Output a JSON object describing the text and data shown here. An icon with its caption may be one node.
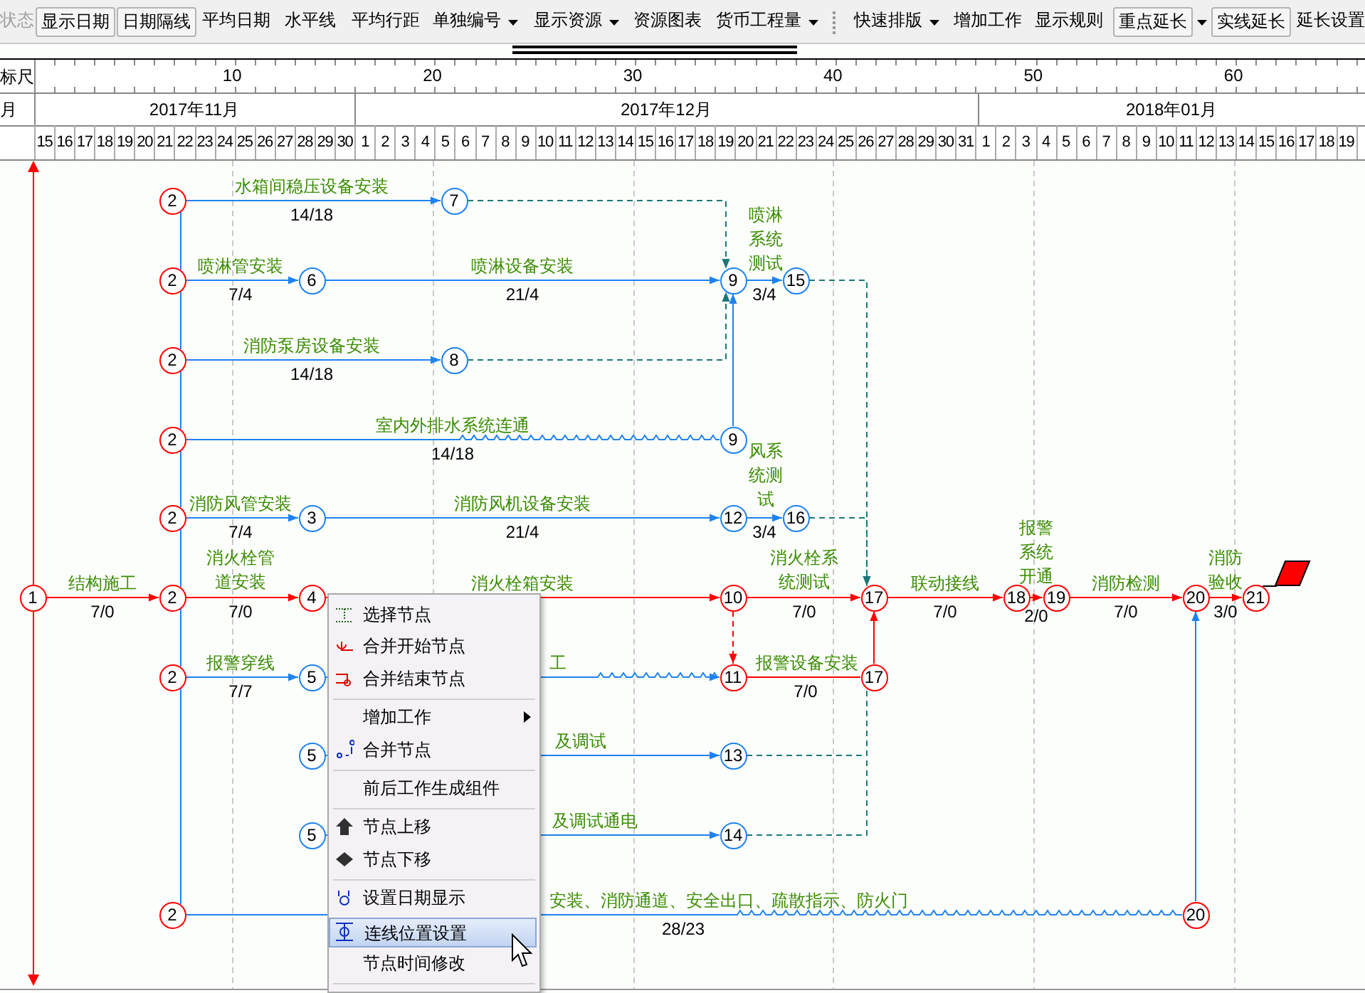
{
  "diagram": {
    "nodes": [
      {
        "text": [
          "1"
        ]
      },
      {
        "text": [
          "2"
        ]
      },
      {
        "text": [
          "7"
        ]
      },
      {
        "text": [
          "2"
        ]
      },
      {
        "text": [
          "6"
        ]
      },
      {
        "text": [
          "9"
        ]
      },
      {
        "text": [
          "15"
        ]
      },
      {
        "text": [
          "2"
        ]
      },
      {
        "text": [
          "8"
        ]
      },
      {
        "text": [
          "2"
        ]
      },
      {
        "text": [
          "9"
        ]
      },
      {
        "text": [
          "2"
        ]
      },
      {
        "text": [
          "3"
        ]
      },
      {
        "text": [
          "12"
        ]
      },
      {
        "text": [
          "16"
        ]
      },
      {
        "text": [
          "2"
        ]
      },
      {
        "text": [
          "4"
        ]
      },
      {
        "text": [
          "10"
        ]
      },
      {
        "text": [
          "17"
        ]
      },
      {
        "text": [
          "18"
        ]
      },
      {
        "text": [
          "19"
        ]
      },
      {
        "text": [
          "20"
        ]
      },
      {
        "text": [
          "21"
        ]
      },
      {
        "text": [
          "2"
        ]
      },
      {
        "text": [
          "5"
        ]
      },
      {
        "text": [
          "11"
        ]
      },
      {
        "text": [
          "17"
        ]
      },
      {
        "text": [
          "5"
        ]
      },
      {
        "text": [
          "13"
        ]
      },
      {
        "text": [
          "5"
        ]
      },
      {
        "text": [
          "14"
        ]
      },
      {
        "text": [
          "2"
        ]
      },
      {
        "text": [
          "20"
        ]
      },
      {
        "text": [],
        "shape": "picture"
      }
    ],
    "edges": [
      {
        "from": 0,
        "to": 15,
        "arrow": "to",
        "color": "#ff0000",
        "label": "结构施工"
      },
      {
        "from": 1,
        "to": 2,
        "arrow": "to",
        "label": "水箱间稳压设备安装"
      },
      {
        "from": 2,
        "to": 5,
        "arrow": "to",
        "style": "dashed",
        "color": "#1a7878"
      },
      {
        "from": 3,
        "to": 4,
        "arrow": "to",
        "label": "喷淋管安装"
      },
      {
        "from": 4,
        "to": 5,
        "arrow": "to",
        "label": "喷淋设备安装"
      },
      {
        "from": 5,
        "to": 6,
        "arrow": "to",
        "label": "喷淋系统测试"
      },
      {
        "from": 6,
        "to": 18,
        "arrow": "to",
        "style": "dashed",
        "color": "#1a7878"
      },
      {
        "from": 7,
        "to": 8,
        "arrow": "to",
        "label": "消防泵房设备安装"
      },
      {
        "from": 8,
        "to": 5,
        "arrow": "to",
        "style": "dashed",
        "color": "#1a7878"
      },
      {
        "from": 9,
        "to": 10,
        "arrow": "none",
        "label": "室内外排水系统连通"
      },
      {
        "from": 10,
        "to": 5,
        "arrow": "to"
      },
      {
        "from": 11,
        "to": 12,
        "arrow": "to",
        "label": "消防风管安装"
      },
      {
        "from": 12,
        "to": 13,
        "arrow": "to",
        "label": "消防风机设备安装"
      },
      {
        "from": 13,
        "to": 14,
        "arrow": "to",
        "label": "风系统测试"
      },
      {
        "from": 14,
        "to": 18,
        "arrow": "to",
        "style": "dashed",
        "color": "#1a7878"
      },
      {
        "from": 15,
        "to": 16,
        "arrow": "to",
        "color": "#ff0000",
        "label": "消火栓管道安装"
      },
      {
        "from": 16,
        "to": 17,
        "arrow": "to",
        "color": "#ff0000",
        "label": "消火栓箱安装"
      },
      {
        "from": 17,
        "to": 18,
        "arrow": "to",
        "color": "#ff0000",
        "label": "消火栓系统测试"
      },
      {
        "from": 17,
        "to": 25,
        "arrow": "to",
        "style": "dashed",
        "color": "#ff0000"
      },
      {
        "from": 18,
        "to": 19,
        "arrow": "to",
        "color": "#ff0000",
        "label": "联动接线"
      },
      {
        "from": 19,
        "to": 20,
        "arrow": "to",
        "color": "#ff0000",
        "label": "报警系统开通"
      },
      {
        "from": 20,
        "to": 21,
        "arrow": "to",
        "color": "#ff0000",
        "label": "消防检测"
      },
      {
        "from": 21,
        "to": 22,
        "arrow": "to",
        "color": "#ff0000",
        "label": "消防验收"
      },
      {
        "from": 22,
        "to": 33,
        "arrow": "none",
        "color": "#000000"
      },
      {
        "from": 23,
        "to": 24,
        "arrow": "to",
        "label": "报警穿线"
      },
      {
        "from": 24,
        "to": 25,
        "arrow": "to",
        "label": "工"
      },
      {
        "from": 25,
        "to": 26,
        "arrow": "none",
        "color": "#ff0000",
        "label": "报警设备安装"
      },
      {
        "from": 26,
        "to": 18,
        "arrow": "to",
        "color": "#ff0000"
      },
      {
        "from": 27,
        "to": 28,
        "arrow": "to",
        "label": "及调试"
      },
      {
        "from": 28,
        "to": 26,
        "arrow": "none",
        "style": "dashed",
        "color": "#1a7878"
      },
      {
        "from": 29,
        "to": 30,
        "arrow": "to",
        "label": "及调试通电"
      },
      {
        "from": 30,
        "to": 26,
        "arrow": "none",
        "style": "dashed",
        "color": "#1a7878"
      },
      {
        "from": 31,
        "to": 32,
        "arrow": "none",
        "label": "安装、消防通道、安全出口、疏散指示、防火门"
      },
      {
        "from": 32,
        "to": 21,
        "arrow": "to"
      },
      {
        "from": 1,
        "to": 3,
        "arrow": "none"
      },
      {
        "from": 3,
        "to": 7,
        "arrow": "none"
      },
      {
        "from": 7,
        "to": 9,
        "arrow": "none"
      },
      {
        "from": 9,
        "to": 11,
        "arrow": "none"
      },
      {
        "from": 11,
        "to": 15,
        "arrow": "none"
      },
      {
        "from": 15,
        "to": 23,
        "arrow": "none"
      },
      {
        "from": 23,
        "to": 31,
        "arrow": "none"
      }
    ],
    "labels": [
      "状态",
      "显示日期",
      "日期隔线",
      "平均日期",
      "水平线",
      "平均行距",
      "单独编号",
      "显示资源",
      "资源图表",
      "货币工程量",
      "快速排版",
      "增加工作",
      "显示规则",
      "重点延长",
      "实线延长",
      "延长设置",
      "标尺",
      "10",
      "20",
      "30",
      "40",
      "50",
      "60",
      "月",
      "2017年11月",
      "2017年12月",
      "2018年01月",
      "15",
      "16",
      "17",
      "18",
      "19",
      "20",
      "21",
      "22",
      "23",
      "24",
      "25",
      "26",
      "27",
      "28",
      "29",
      "30",
      "1",
      "2",
      "3",
      "4",
      "5",
      "6",
      "7",
      "8",
      "9",
      "10",
      "11",
      "12",
      "13",
      "14",
      "15",
      "16",
      "17",
      "18",
      "19",
      "20",
      "21",
      "22",
      "23",
      "24",
      "25",
      "26",
      "27",
      "28",
      "29",
      "30",
      "31",
      "1",
      "2",
      "3",
      "4",
      "5",
      "6",
      "7",
      "8",
      "9",
      "10",
      "11",
      "12",
      "13",
      "14",
      "15",
      "16",
      "17",
      "18",
      "19",
      "14/18",
      "7/4",
      "21/4",
      "3/4",
      "14/18",
      "14/18",
      "7/4",
      "21/4",
      "3/4",
      "7/0",
      "7/0",
      "7/0",
      "7/0",
      "2/0",
      "7/0",
      "3/0",
      "7/7",
      "7/0",
      "28/23",
      "选择节点",
      "合并开始节点",
      "合并结束节点",
      "增加工作",
      "合并节点",
      "前后工作生成组件",
      "节点上移",
      "节点下移",
      "设置日期显示",
      "连线位置设置",
      "节点时间修改"
    ]
  }
}
